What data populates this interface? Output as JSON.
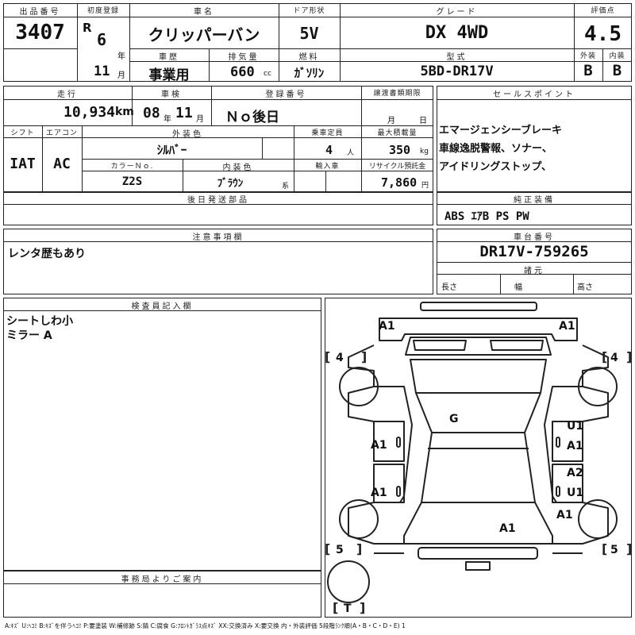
{
  "lot": {
    "label": "出品番号",
    "value": "3407"
  },
  "first_reg": {
    "label": "初度登録",
    "era": "R",
    "year": "6",
    "year_unit": "年",
    "month": "11",
    "month_unit": "月"
  },
  "car_name": {
    "label": "車名",
    "value": "クリッパーバン"
  },
  "door": {
    "label": "ドア形状",
    "value": "5V"
  },
  "grade": {
    "label": "グレード",
    "value": "DX 4WD"
  },
  "score": {
    "label": "評価点",
    "value": "4.5"
  },
  "history": {
    "label": "車歴",
    "value": "事業用"
  },
  "displacement": {
    "label": "排気量",
    "value": "660",
    "unit": "cc"
  },
  "fuel": {
    "label": "燃料",
    "value": "ｶﾞｿﾘﾝ"
  },
  "model": {
    "label": "型式",
    "value": "5BD-DR17V"
  },
  "exterior_grade": {
    "label": "外装",
    "value": "B"
  },
  "interior_grade": {
    "label": "内装",
    "value": "B"
  },
  "mileage": {
    "label": "走行",
    "value": "10,934",
    "unit": "km"
  },
  "inspection": {
    "label": "車検",
    "year": "08",
    "year_unit": "年",
    "month": "11",
    "month_unit": "月"
  },
  "registration_no": {
    "label": "登録番号",
    "value": "Ｎｏ後日"
  },
  "transfer_deadline": {
    "label": "譲渡書類期限",
    "month_unit": "月",
    "day_unit": "日"
  },
  "sales_point": {
    "label": "セールスポイント",
    "lines": [
      "エマージェンシーブレーキ",
      "車線逸脱警報、ソナー、",
      "アイドリングストップ、"
    ]
  },
  "shift": {
    "label": "シフト",
    "value": "IAT"
  },
  "aircon": {
    "label": "エアコン",
    "value": "AC"
  },
  "exterior_color": {
    "label": "外装色",
    "value": "ｼﾙﾊﾞｰ"
  },
  "capacity": {
    "label": "乗車定員",
    "value": "4",
    "unit": "人"
  },
  "max_load": {
    "label": "最大積載量",
    "value": "350",
    "unit": "kg"
  },
  "color_no": {
    "label": "カラーＮｏ.",
    "value": "Z2S"
  },
  "interior_color": {
    "label": "内装色",
    "value": "ﾌﾞﾗｳﾝ",
    "unit": "系"
  },
  "import": {
    "label": "輸入車"
  },
  "recycle": {
    "label": "リサイクル預託金",
    "value": "7,860",
    "unit": "円"
  },
  "later_parts": {
    "label": "後日発送部品"
  },
  "genuine_equipment": {
    "label": "純正装備",
    "value": "ABS ｴｱB PS PW"
  },
  "notes": {
    "label": "注意事項欄",
    "value": "レンタ歴もあり"
  },
  "chassis": {
    "label": "車台番号",
    "value": "DR17V-759265"
  },
  "specs": {
    "label": "諸元",
    "length": "長さ",
    "width": "幅",
    "height": "高さ"
  },
  "inspector": {
    "label": "検査員記入欄",
    "lines": [
      "シートしわ小",
      "ミラー A"
    ]
  },
  "office": {
    "label": "事務局よりご案内"
  },
  "diagram": {
    "marks": {
      "front_left": "A1",
      "front_right": "A1",
      "tire_fl": "4",
      "tire_fr": "4",
      "roof": "G",
      "left_front_door": "A1",
      "left_rear_door": "A1",
      "right_front_door_1": "U1",
      "right_front_door_2": "A1",
      "right_rear_door_1": "A2",
      "right_rear_door_2": "U1",
      "right_rear_quarter": "A1",
      "rear_center": "A1",
      "tire_rl": "5",
      "tire_rr": "5",
      "spare": "T"
    }
  },
  "legend": "A:ｷｽﾞ U:ﾍｺﾐ B:ｷｽﾞを伴うﾍｺﾐ P:要塗装 W:補修跡 S:錆 C:腐食 G:ﾌﾛﾝﾄｶﾞﾗｽ点ｷｽﾞ XX:交換済み X:要交換 内・外装評価 5段階ﾗﾝｸ順(A・B・C・D・E) 1"
}
